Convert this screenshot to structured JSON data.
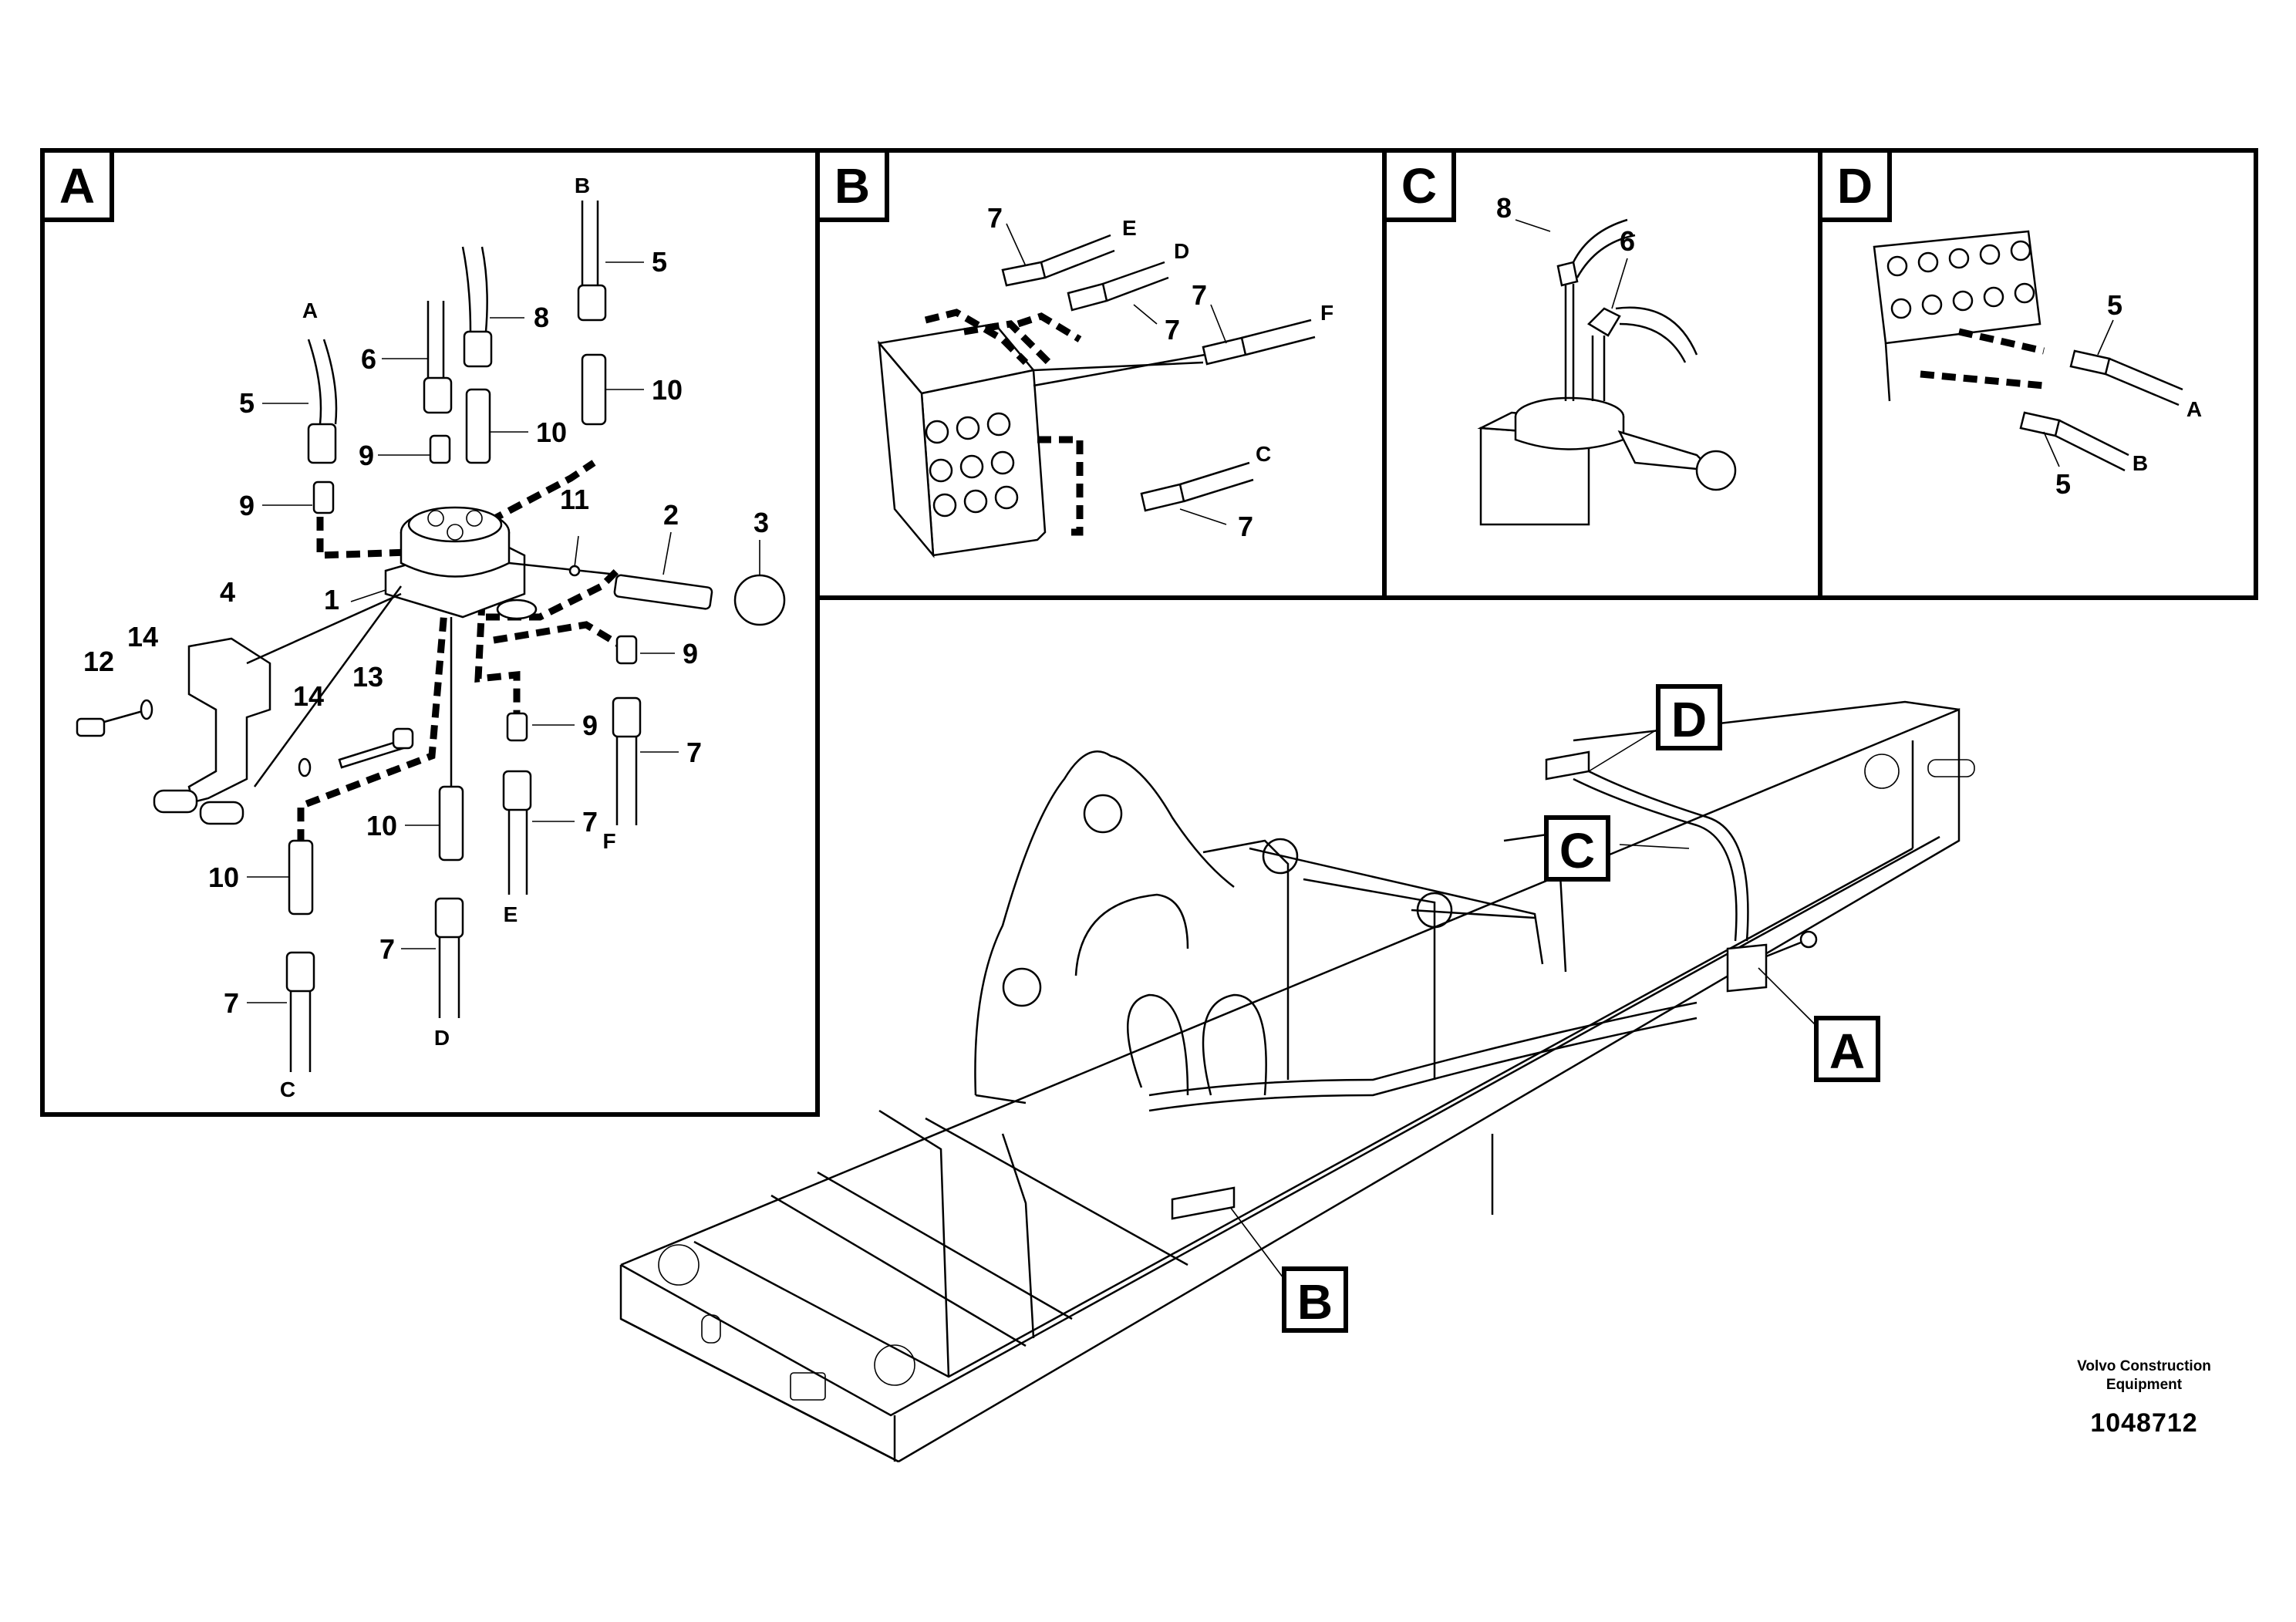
{
  "views": {
    "A": {
      "label": "A"
    },
    "B": {
      "label": "B"
    },
    "C": {
      "label": "C"
    },
    "D": {
      "label": "D"
    }
  },
  "view_a": {
    "p1": "1",
    "p2": "2",
    "p3": "3",
    "p4": "4",
    "p5a": "5",
    "p5b": "5",
    "p6": "6",
    "p7a": "7",
    "p7b": "7",
    "p7c": "7",
    "p7d": "7",
    "p8": "8",
    "p9a": "9",
    "p9b": "9",
    "p9c": "9",
    "p9d": "9",
    "p10a": "10",
    "p10b": "10",
    "p10c": "10",
    "p10d": "10",
    "p11": "11",
    "p12": "12",
    "p13": "13",
    "p14a": "14",
    "p14b": "14",
    "hoseA": "A",
    "hoseB": "B",
    "hoseC": "C",
    "hoseD": "D",
    "hoseE": "E",
    "hoseF": "F"
  },
  "view_b": {
    "p7a": "7",
    "p7b": "7",
    "p7c": "7",
    "p7d": "7",
    "hoseC": "C",
    "hoseD": "D",
    "hoseE": "E",
    "hoseF": "F"
  },
  "view_c": {
    "p8": "8",
    "p6": "6"
  },
  "view_d": {
    "p5a": "5",
    "p5b": "5",
    "hoseA": "A",
    "hoseB": "B"
  },
  "overview_callouts": {
    "A": "A",
    "B": "B",
    "C": "C",
    "D": "D"
  },
  "credit": {
    "company_line1": "Volvo Construction",
    "company_line2": "Equipment",
    "doc_number": "1048712"
  }
}
